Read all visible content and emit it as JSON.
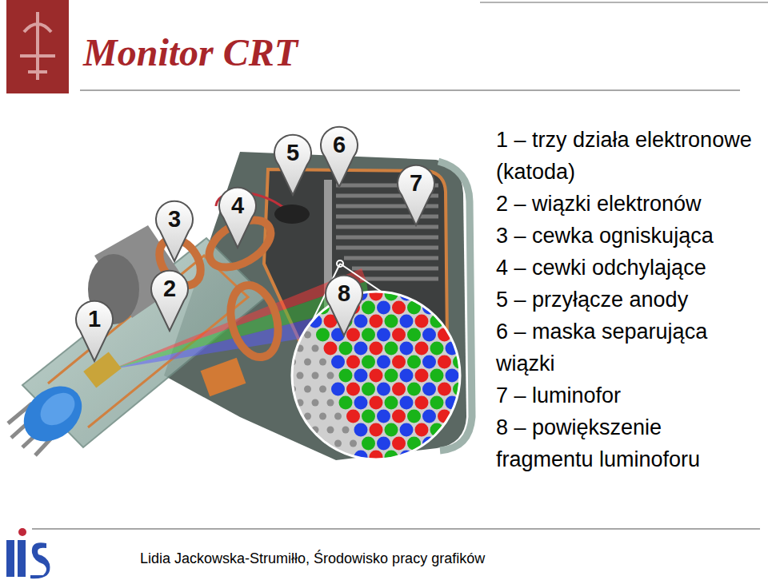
{
  "diagram": {
    "title": "Monitor CRT",
    "nodes": [
      {
        "text": [
          "1"
        ]
      },
      {
        "text": [
          "2"
        ]
      },
      {
        "text": [
          "3"
        ]
      },
      {
        "text": [
          "4"
        ]
      },
      {
        "text": [
          "5"
        ]
      },
      {
        "text": [
          "6"
        ]
      },
      {
        "text": [
          "7"
        ]
      },
      {
        "text": [
          "8"
        ]
      }
    ],
    "labels": [
      "1 – trzy działa elektronowe (katoda)",
      "2 – wiązki elektronów",
      "3 – cewka ogniskująca",
      "4 – cewki odchylające",
      "5 – przyłącze anody",
      "6 – maska separująca wiązki",
      "7 – luminofor",
      "8 – powiększenie fragmentu luminoforu",
      "Lidia Jackowska-Strumiłło, Środowisko pracy grafików"
    ]
  }
}
